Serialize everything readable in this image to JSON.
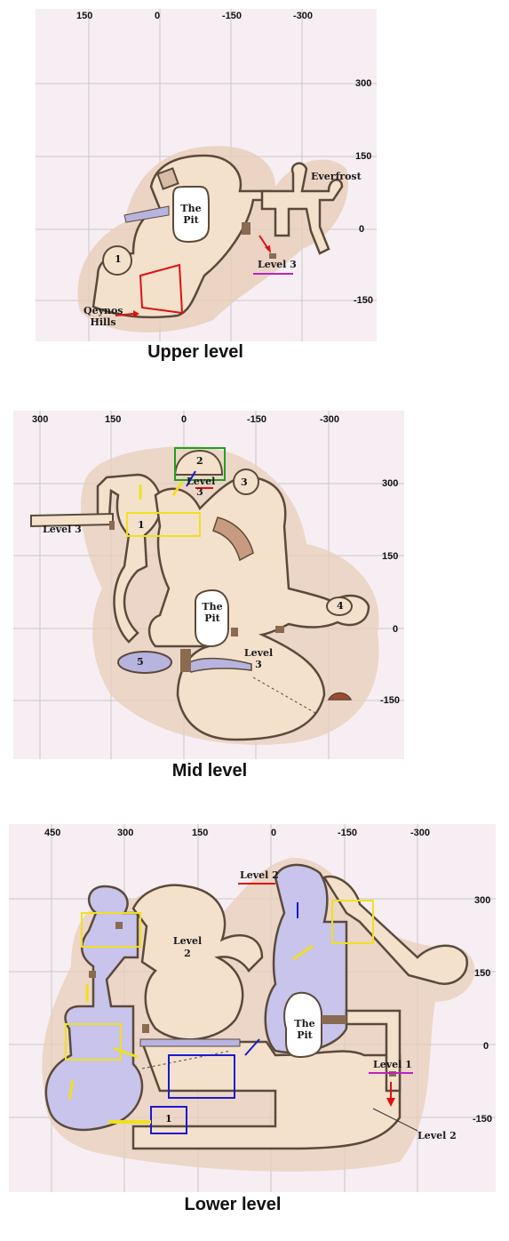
{
  "maps": {
    "upper": {
      "title": "Upper level",
      "x_ticks": [
        "150",
        "0",
        "-150",
        "-300"
      ],
      "y_ticks": [
        "300",
        "150",
        "0",
        "-150"
      ],
      "labels": {
        "pit": "The Pit",
        "everfrost": "Everfrost",
        "level3": "Level 3",
        "qeynos": "Qeynos Hills",
        "area1": "1"
      }
    },
    "mid": {
      "title": "Mid level",
      "x_ticks": [
        "300",
        "150",
        "0",
        "-150",
        "-300"
      ],
      "y_ticks": [
        "300",
        "150",
        "0",
        "-150"
      ],
      "labels": {
        "pit": "The Pit",
        "level3_left": "Level 3",
        "level3_top": "Level 3",
        "level3_bottom": "Level 3",
        "area1": "1",
        "area2": "2",
        "area3": "3",
        "area4": "4",
        "area5": "5"
      }
    },
    "lower": {
      "title": "Lower level",
      "x_ticks": [
        "450",
        "300",
        "150",
        "0",
        "-150",
        "-300"
      ],
      "y_ticks": [
        "300",
        "150",
        "0",
        "-150"
      ],
      "labels": {
        "pit": "The Pit",
        "level2_top": "Level 2",
        "level2_mid": "Level 2",
        "level2_bottom": "Level 2",
        "level1": "Level 1",
        "area1": "1"
      }
    }
  },
  "colors": {
    "tunnel_fill": "#f3e1cc",
    "tunnel_edge": "#5a4a3a",
    "halo": "#e8cdb8",
    "water": "#b8b4e0",
    "grid": "#c8c8c8",
    "red": "#e01010",
    "yellow": "#f0e020",
    "blue": "#1a1ad0",
    "green": "#20a020",
    "magenta": "#c020c0"
  }
}
